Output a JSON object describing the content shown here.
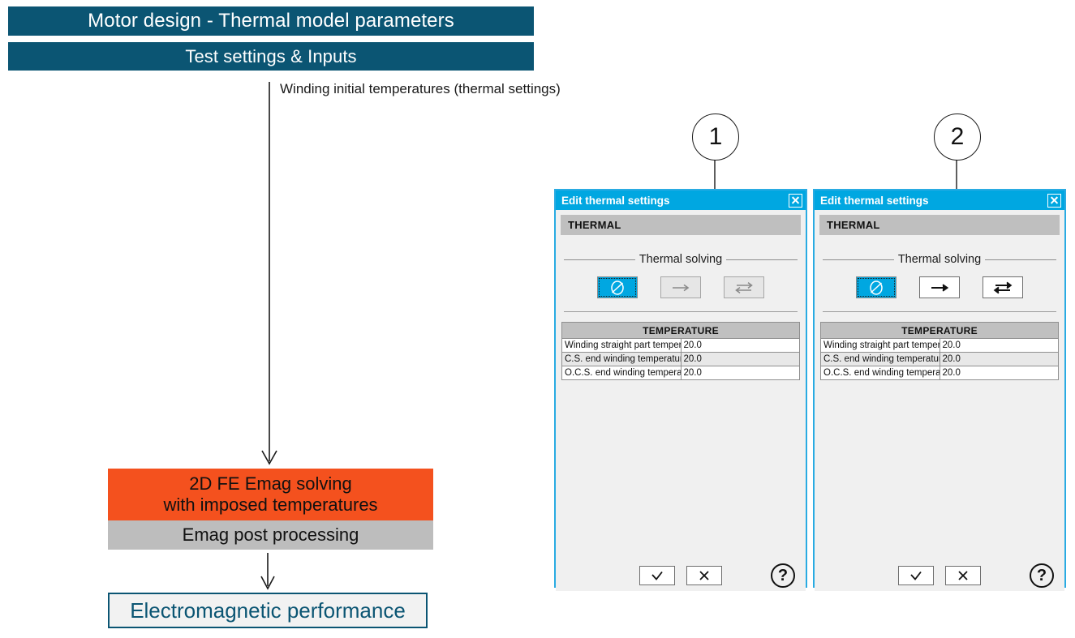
{
  "header": {
    "title": "Motor design - Thermal model parameters",
    "subtitle": "Test settings & Inputs",
    "bar_color": "#0b5573"
  },
  "flow": {
    "annotation": "Winding initial temperatures (thermal settings)",
    "emag_solve_line1": "2D FE Emag solving",
    "emag_solve_line2": "with imposed temperatures",
    "emag_solve_color": "#f4511e",
    "post_processing": "Emag post processing",
    "post_processing_color": "#bdbdbd",
    "performance": "Electromagnetic performance",
    "performance_color": "#0b5573"
  },
  "callouts": [
    {
      "number": "1"
    },
    {
      "number": "2"
    }
  ],
  "dialogs": [
    {
      "title": "Edit thermal settings",
      "titlebar_color": "#00a7e1",
      "close_icon": "close-icon",
      "section": "THERMAL",
      "group_label": "Thermal solving",
      "modes": [
        {
          "icon": "no-thermal-icon",
          "state": "selected"
        },
        {
          "icon": "one-way-arrow-icon",
          "state": "disabled"
        },
        {
          "icon": "two-way-arrow-icon",
          "state": "disabled"
        }
      ],
      "table": {
        "header": "TEMPERATURE",
        "rows": [
          {
            "label": "Winding straight part temperature (°C)",
            "value": "20.0"
          },
          {
            "label": "C.S. end winding temperature (°C)",
            "value": "20.0"
          },
          {
            "label": "O.C.S. end winding temperature (°C)",
            "value": "20.0"
          }
        ]
      },
      "footer": {
        "ok_icon": "check-icon",
        "cancel_icon": "cross-icon",
        "help_label": "?"
      }
    },
    {
      "title": "Edit thermal settings",
      "titlebar_color": "#00a7e1",
      "close_icon": "close-icon",
      "section": "THERMAL",
      "group_label": "Thermal solving",
      "modes": [
        {
          "icon": "no-thermal-icon",
          "state": "selected"
        },
        {
          "icon": "one-way-arrow-icon",
          "state": "enabled"
        },
        {
          "icon": "two-way-arrow-icon",
          "state": "enabled"
        }
      ],
      "table": {
        "header": "TEMPERATURE",
        "rows": [
          {
            "label": "Winding straight part temperature (°C)",
            "value": "20.0"
          },
          {
            "label": "C.S. end winding temperature (°C)",
            "value": "20.0"
          },
          {
            "label": "O.C.S. end winding temperature (°C)",
            "value": "20.0"
          }
        ]
      },
      "footer": {
        "ok_icon": "check-icon",
        "cancel_icon": "cross-icon",
        "help_label": "?"
      }
    }
  ]
}
